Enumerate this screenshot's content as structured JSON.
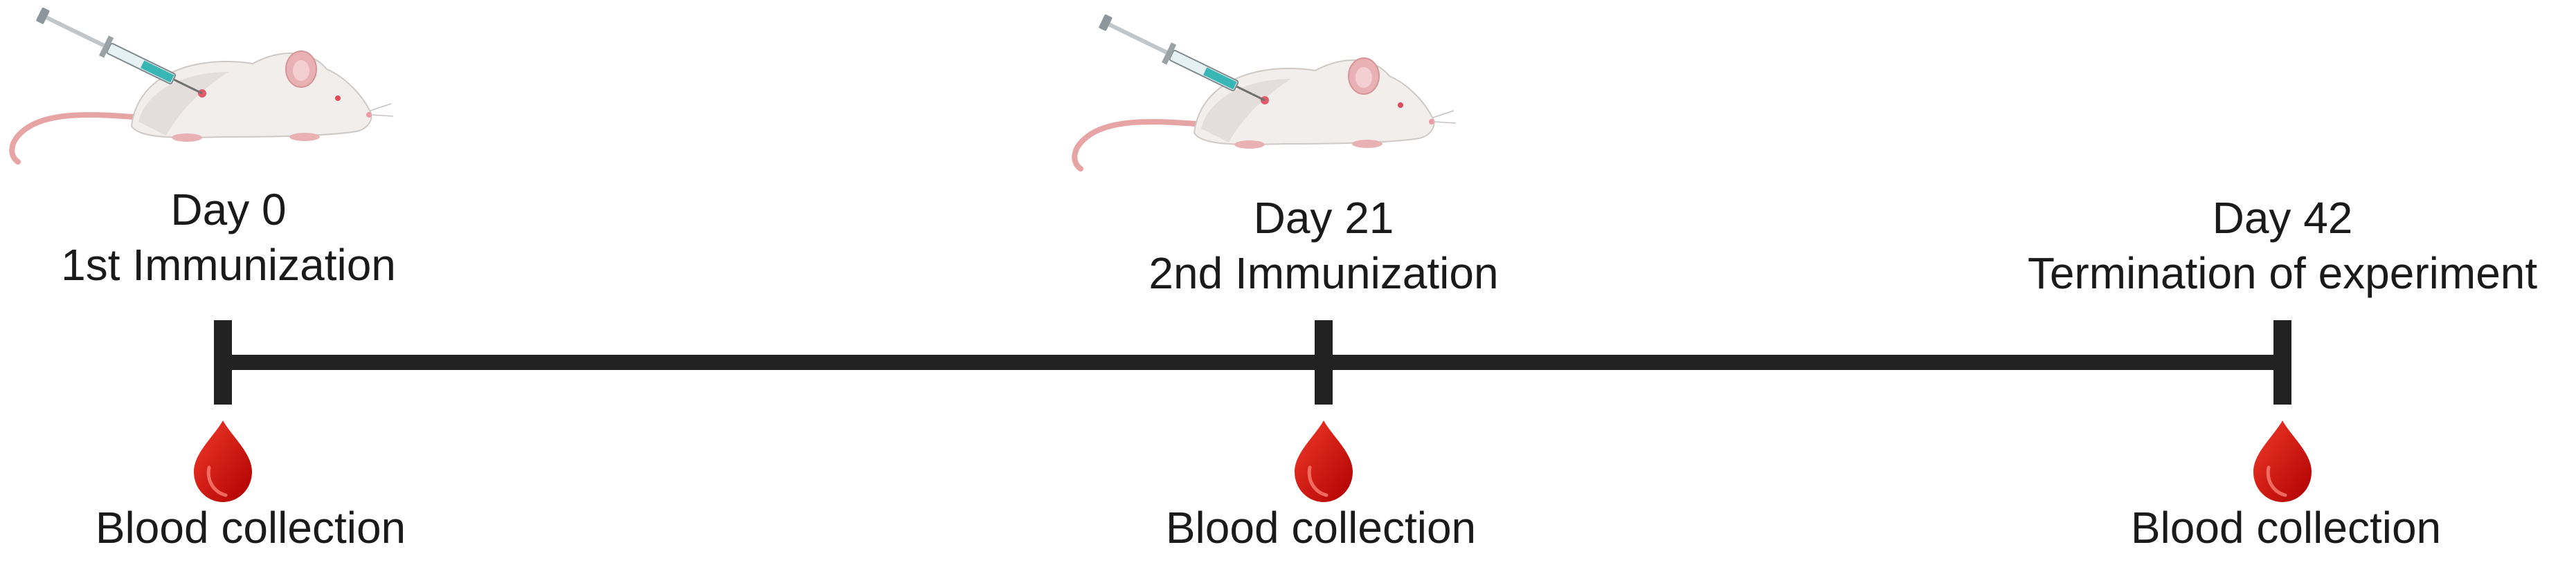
{
  "timeline": {
    "line_color": "#222222",
    "events": [
      {
        "day": "Day 0",
        "event": "1st Immunization",
        "collection": "Blood collection",
        "injection": true
      },
      {
        "day": "Day 21",
        "event": "2nd Immunization",
        "collection": "Blood collection",
        "injection": true
      },
      {
        "day": "Day 42",
        "event": "Termination of experiment",
        "collection": "Blood collection",
        "injection": false
      }
    ]
  },
  "icons": {
    "mouse": "mouse-icon",
    "syringe": "syringe-icon",
    "blood_drop": "blood-drop-icon"
  },
  "colors": {
    "blood": "#cc0000",
    "mouse_body": "#f1eeec",
    "mouse_ear": "#e9b1b4",
    "mouse_tail": "#e7a4a4",
    "syringe_liquid": "#38b6b6"
  }
}
